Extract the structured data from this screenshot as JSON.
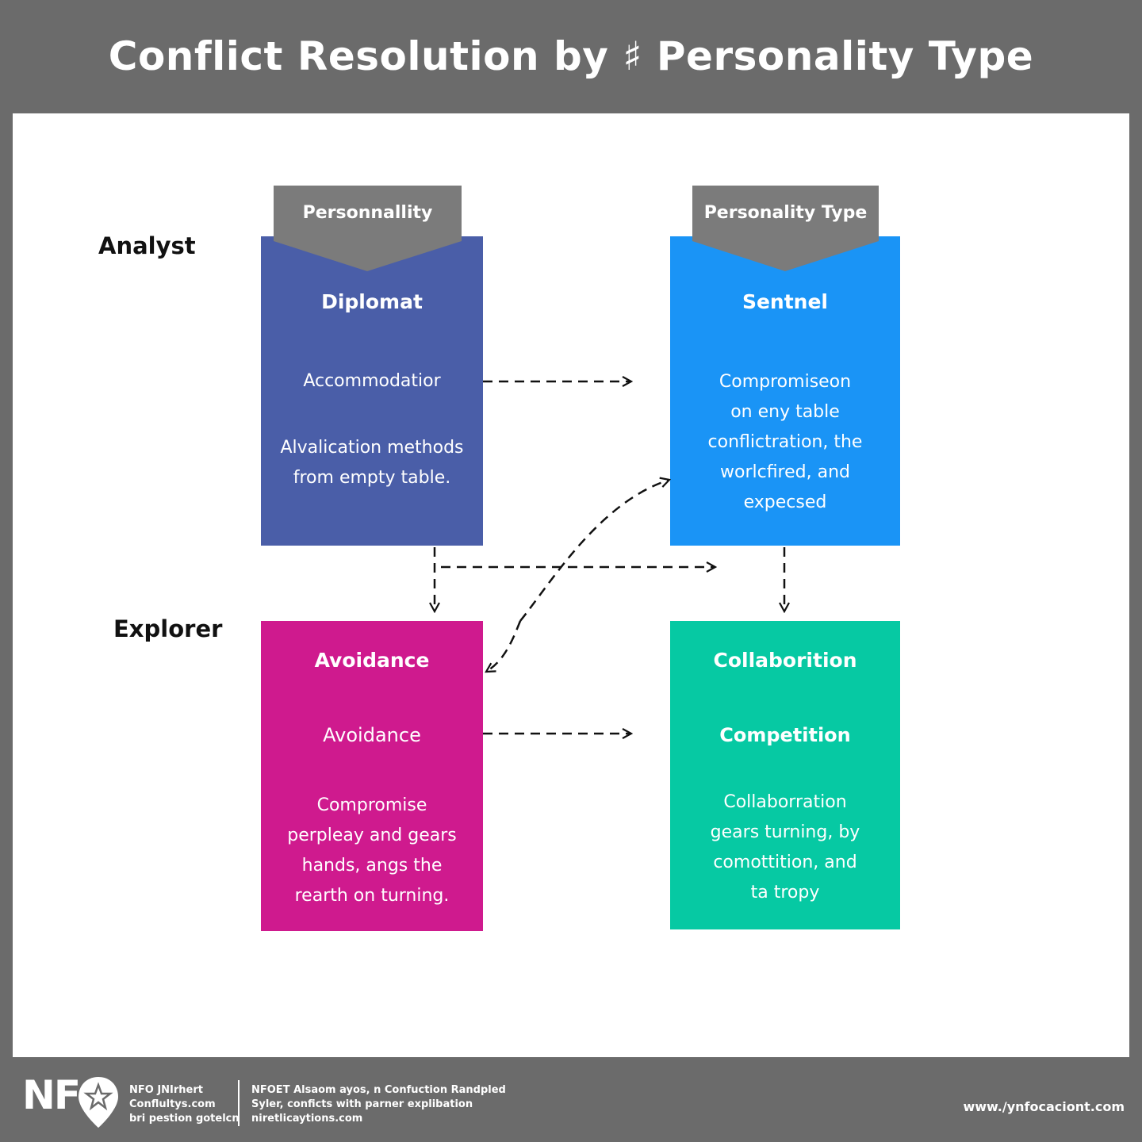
{
  "title": "Conflict Resolution by ♯ Personality Type",
  "rows": {
    "analyst": "Analyst",
    "explorer": "Explorer"
  },
  "banners": {
    "left": "Personnallity",
    "right": "Personality Type"
  },
  "boxes": {
    "diplomat": {
      "head": "Diplomat",
      "sub": "Accommodatior",
      "body": [
        "Alvalication methods",
        "from empty table."
      ],
      "color": "#4a5ea8"
    },
    "sentinel": {
      "head": "Sentnel",
      "body": [
        "Compromiseon",
        "on eny table",
        "conflictration, the",
        "worlcfired, and",
        "expecsed"
      ],
      "color": "#1a94f6"
    },
    "avoidance": {
      "head": "Avoidance",
      "sub": "Avoidance",
      "body": [
        "Compromise",
        "perpleay and gears",
        "hands, angs the",
        "rearth on turning."
      ],
      "color": "#cf1a8e"
    },
    "collaboration": {
      "head": "Collaborition",
      "sub": "Competition",
      "body": [
        "Collaborration",
        "gears turning, by",
        "comottition, and",
        "ta tropy"
      ],
      "color": "#06c9a3"
    }
  },
  "colors": {
    "background": "#6b6b6b",
    "banner": "#7b7b7b",
    "canvas": "#ffffff"
  },
  "footer": {
    "logo": "NF",
    "logo_icon": "star-pin-icon",
    "col1": [
      "NFO JNIrhert",
      "Conflultys.com",
      "bri pestion gotelcn"
    ],
    "col2": [
      "NFOET Alsaom ayos, n Confuction Randpled",
      "Syler, conficts with parner explibation",
      "niretlicaytions.com"
    ],
    "url": "www./ynfocaciont.com"
  }
}
